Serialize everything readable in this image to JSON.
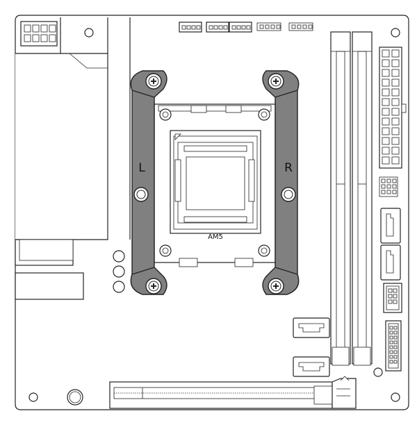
{
  "diagram": {
    "socket_label": "AM5",
    "bracket_left_label": "L",
    "bracket_right_label": "R"
  },
  "colors": {
    "board_fill": "#ffffff",
    "outline": "#222222",
    "bracket_fill": "#808080"
  },
  "icons": {
    "bracket_screw": "phillips-screw-icon",
    "mount_hole": "mounting-hole-icon"
  }
}
